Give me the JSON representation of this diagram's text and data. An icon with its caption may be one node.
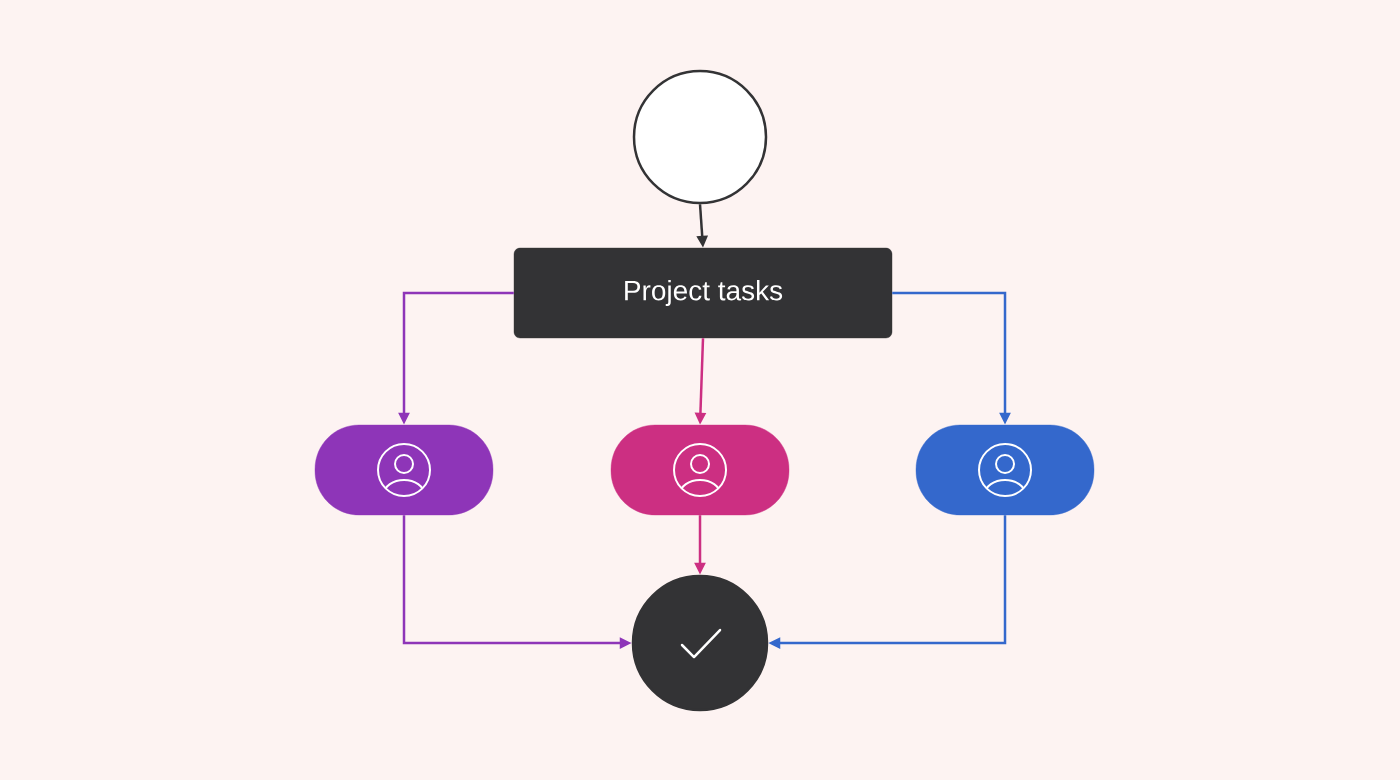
{
  "diagram": {
    "nodes": [
      {
        "text": [],
        "shape": "circle"
      },
      {
        "text": [
          "Project tasks"
        ]
      },
      {
        "text": [],
        "shape": "box"
      },
      {
        "text": [],
        "shape": "box"
      },
      {
        "text": [],
        "shape": "box"
      },
      {
        "text": [],
        "shape": "circle"
      }
    ],
    "edges": [
      {
        "from": 0,
        "to": 1,
        "arrow": "to",
        "color": "#333335"
      },
      {
        "from": 1,
        "to": 2,
        "arrow": "to",
        "color": "#8e35b8"
      },
      {
        "from": 1,
        "to": 3,
        "arrow": "to",
        "color": "#cc2f82"
      },
      {
        "from": 1,
        "to": 4,
        "arrow": "to",
        "color": "#3468cc"
      },
      {
        "from": 2,
        "to": 5,
        "arrow": "to",
        "color": "#8e35b8"
      },
      {
        "from": 3,
        "to": 5,
        "arrow": "to",
        "color": "#cc2f82"
      },
      {
        "from": 4,
        "to": 5,
        "arrow": "to",
        "color": "#3468cc"
      }
    ]
  }
}
